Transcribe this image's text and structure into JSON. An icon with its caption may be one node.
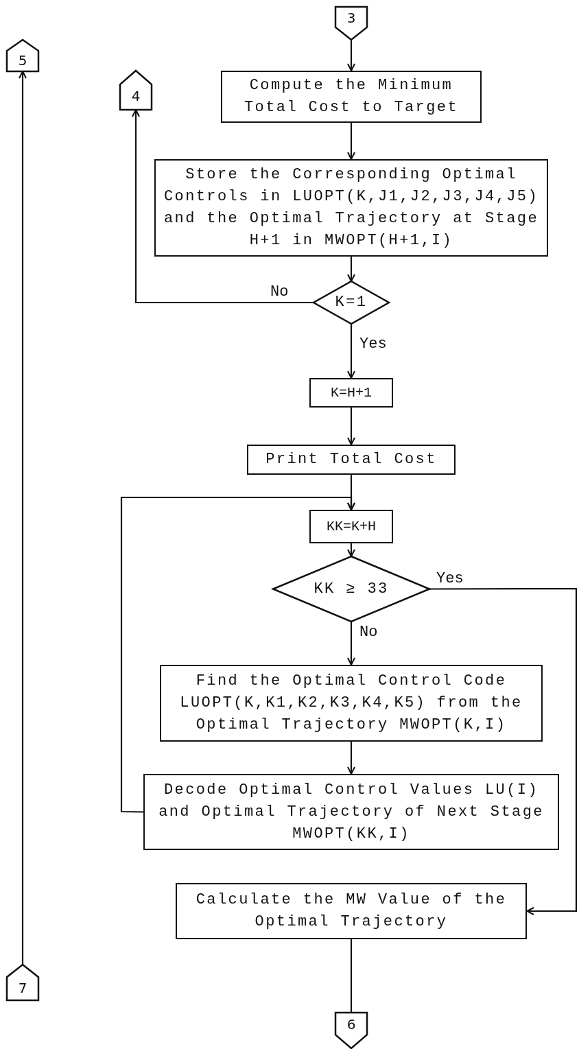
{
  "diagram": {
    "nodes": [
      {
        "text": [
          "3"
        ]
      },
      {
        "text": [
          "5"
        ]
      },
      {
        "text": [
          "4"
        ]
      },
      {
        "text": [
          "Compute the Minimum Total Cost to Target"
        ]
      },
      {
        "text": [
          "Store the Corresponding Optimal Controls in LUOPT(K,J1,J2,J3,J4,J5) and the Optimal Trajectory at Stage H+1 in MWOPT(H+1,I)"
        ]
      },
      {
        "text": [
          "K=1"
        ]
      },
      {
        "text": [
          "K=H+1"
        ]
      },
      {
        "text": [
          "Print Total Cost"
        ]
      },
      {
        "text": [
          "KK=K+H"
        ]
      },
      {
        "text": [
          "KK ≥ 33"
        ]
      },
      {
        "text": [
          "Find the Optimal Control Code LUOPT(K,K1,K2,K3,K4,K5) from the Optimal Trajectory MWOPT(K,I)"
        ]
      },
      {
        "text": [
          "Decode Optimal Control Values LU(I) and Optimal Trajectory of Next Stage MWOPT(KK,I)"
        ]
      },
      {
        "text": [
          "Calculate the MW Value of the Optimal Trajectory"
        ]
      },
      {
        "text": [
          "7"
        ]
      },
      {
        "text": [
          "6"
        ]
      }
    ],
    "edges": [
      {
        "from": 0,
        "to": 3,
        "arrow": "to"
      },
      {
        "from": 3,
        "to": 4,
        "arrow": "to"
      },
      {
        "from": 4,
        "to": 5,
        "arrow": "to"
      },
      {
        "from": 5,
        "to": 2,
        "arrow": "to",
        "label": "No"
      },
      {
        "from": 5,
        "to": 6,
        "arrow": "to",
        "label": "Yes"
      },
      {
        "from": 6,
        "to": 7,
        "arrow": "to"
      },
      {
        "from": 7,
        "to": 8,
        "arrow": "to"
      },
      {
        "from": 8,
        "to": 9,
        "arrow": "to"
      },
      {
        "from": 9,
        "to": 10,
        "arrow": "to",
        "label": "No"
      },
      {
        "from": 9,
        "to": 12,
        "arrow": "to",
        "label": "Yes"
      },
      {
        "from": 10,
        "to": 11,
        "arrow": "to"
      },
      {
        "from": 11,
        "to": 8,
        "arrow": "to"
      },
      {
        "from": 12,
        "to": 14,
        "arrow": "none"
      },
      {
        "from": 13,
        "to": 1,
        "arrow": "to"
      }
    ]
  }
}
